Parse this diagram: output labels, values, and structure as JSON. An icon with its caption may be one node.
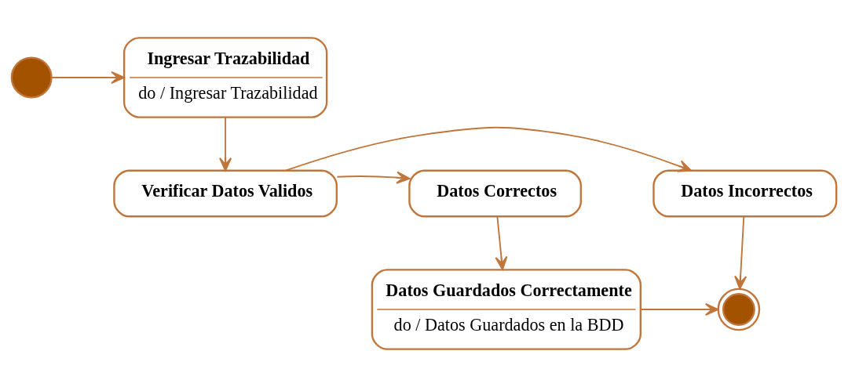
{
  "diagram": {
    "nodes": [
      {
        "text": [],
        "shape": "circle"
      },
      {
        "text": [
          "Ingresar Trazabilidad",
          "do / Ingresar Trazabilidad"
        ]
      },
      {
        "text": [
          "Verificar Datos Validos"
        ]
      },
      {
        "text": [
          "Datos Correctos"
        ]
      },
      {
        "text": [
          "Datos Incorrectos"
        ]
      },
      {
        "text": [
          "Datos Guardados Correctamente",
          "do / Datos Guardados en la BDD"
        ]
      },
      {
        "text": [],
        "shape": "circle"
      }
    ],
    "edges": [
      {
        "from": 0,
        "to": 1,
        "arrow": "to"
      },
      {
        "from": 1,
        "to": 2,
        "arrow": "to"
      },
      {
        "from": 2,
        "to": 3,
        "arrow": "to"
      },
      {
        "from": 2,
        "to": 4,
        "arrow": "to"
      },
      {
        "from": 3,
        "to": 5,
        "arrow": "to"
      },
      {
        "from": 4,
        "to": 6,
        "arrow": "to"
      },
      {
        "from": 5,
        "to": 6,
        "arrow": "to"
      }
    ]
  }
}
